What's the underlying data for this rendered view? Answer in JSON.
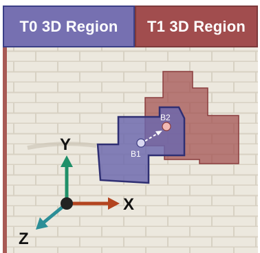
{
  "header": {
    "t0_label": "T0 3D Region",
    "t1_label": "T1 3D Region"
  },
  "points": {
    "b1_label": "B1",
    "b2_label": "B2"
  },
  "axes": {
    "x_label": "X",
    "y_label": "Y",
    "z_label": "Z"
  },
  "colors": {
    "t0_region": "#7670b1",
    "t1_region": "#a14d4e",
    "y_axis": "#1f8f68",
    "x_axis": "#b3441f",
    "z_axis": "#2c8e97"
  }
}
